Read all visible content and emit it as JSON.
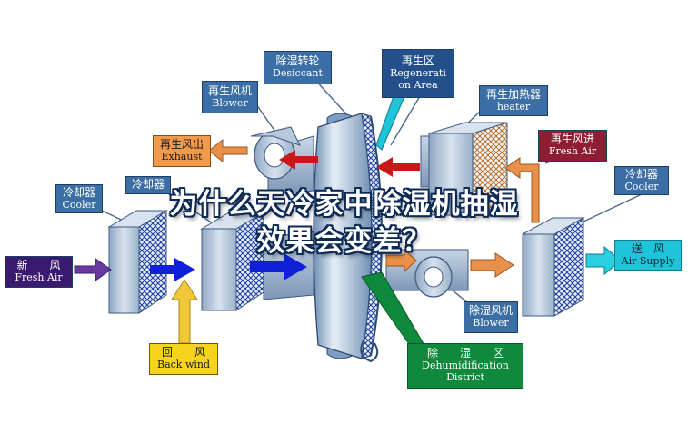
{
  "labels": {
    "desiccant": {
      "zh": "除湿转轮",
      "en": "Desiccant"
    },
    "regen_area": {
      "zh": "再生区",
      "en_1": "Regenerati",
      "en_2": "on Area"
    },
    "regen_blower": {
      "zh": "再生风机",
      "en": "Blower"
    },
    "regen_heater": {
      "zh": "再生加热器",
      "en": "heater"
    },
    "regen_exhaust": {
      "zh": "再生风出",
      "en": "Exhaust"
    },
    "regen_fresh_air": {
      "zh": "再生风进",
      "en": "Fresh Air"
    },
    "cooler_left": {
      "zh": "冷却器",
      "en": "Cooler"
    },
    "cooler_mid": {
      "zh": "冷却器"
    },
    "cooler_right": {
      "zh": "冷却器",
      "en": "Cooler"
    },
    "fresh_air": {
      "zh": "新　　风",
      "en": "Fresh Air"
    },
    "air_supply": {
      "zh": "送　风",
      "en": "Air Supply"
    },
    "back_wind": {
      "zh": "回　　风",
      "en": "Back wind"
    },
    "dehum_blower": {
      "zh": "除湿风机",
      "en": "Blower"
    },
    "dehum_district": {
      "zh": "除　　湿　　区",
      "en_1": "Dehumidification",
      "en_2": "District"
    }
  },
  "overlay_title": {
    "line1": "为什么天冷家中除湿机抽湿",
    "line2": "效果会变差？"
  },
  "colors": {
    "blue_label": "#3a6ea5",
    "maroon_label": "#8e1d33",
    "orange_label": "#f09a4c",
    "cyan_label": "#20c4d8",
    "yellow_label": "#f5d31f",
    "green_label": "#0f8a3c",
    "arrow_purple": "#6a3aa0",
    "arrow_blue": "#1020d8",
    "arrow_red": "#c81818",
    "arrow_orange": "#e8904a",
    "arrow_cyan": "#2ad0e0",
    "arrow_yellow": "#f0c83a"
  }
}
